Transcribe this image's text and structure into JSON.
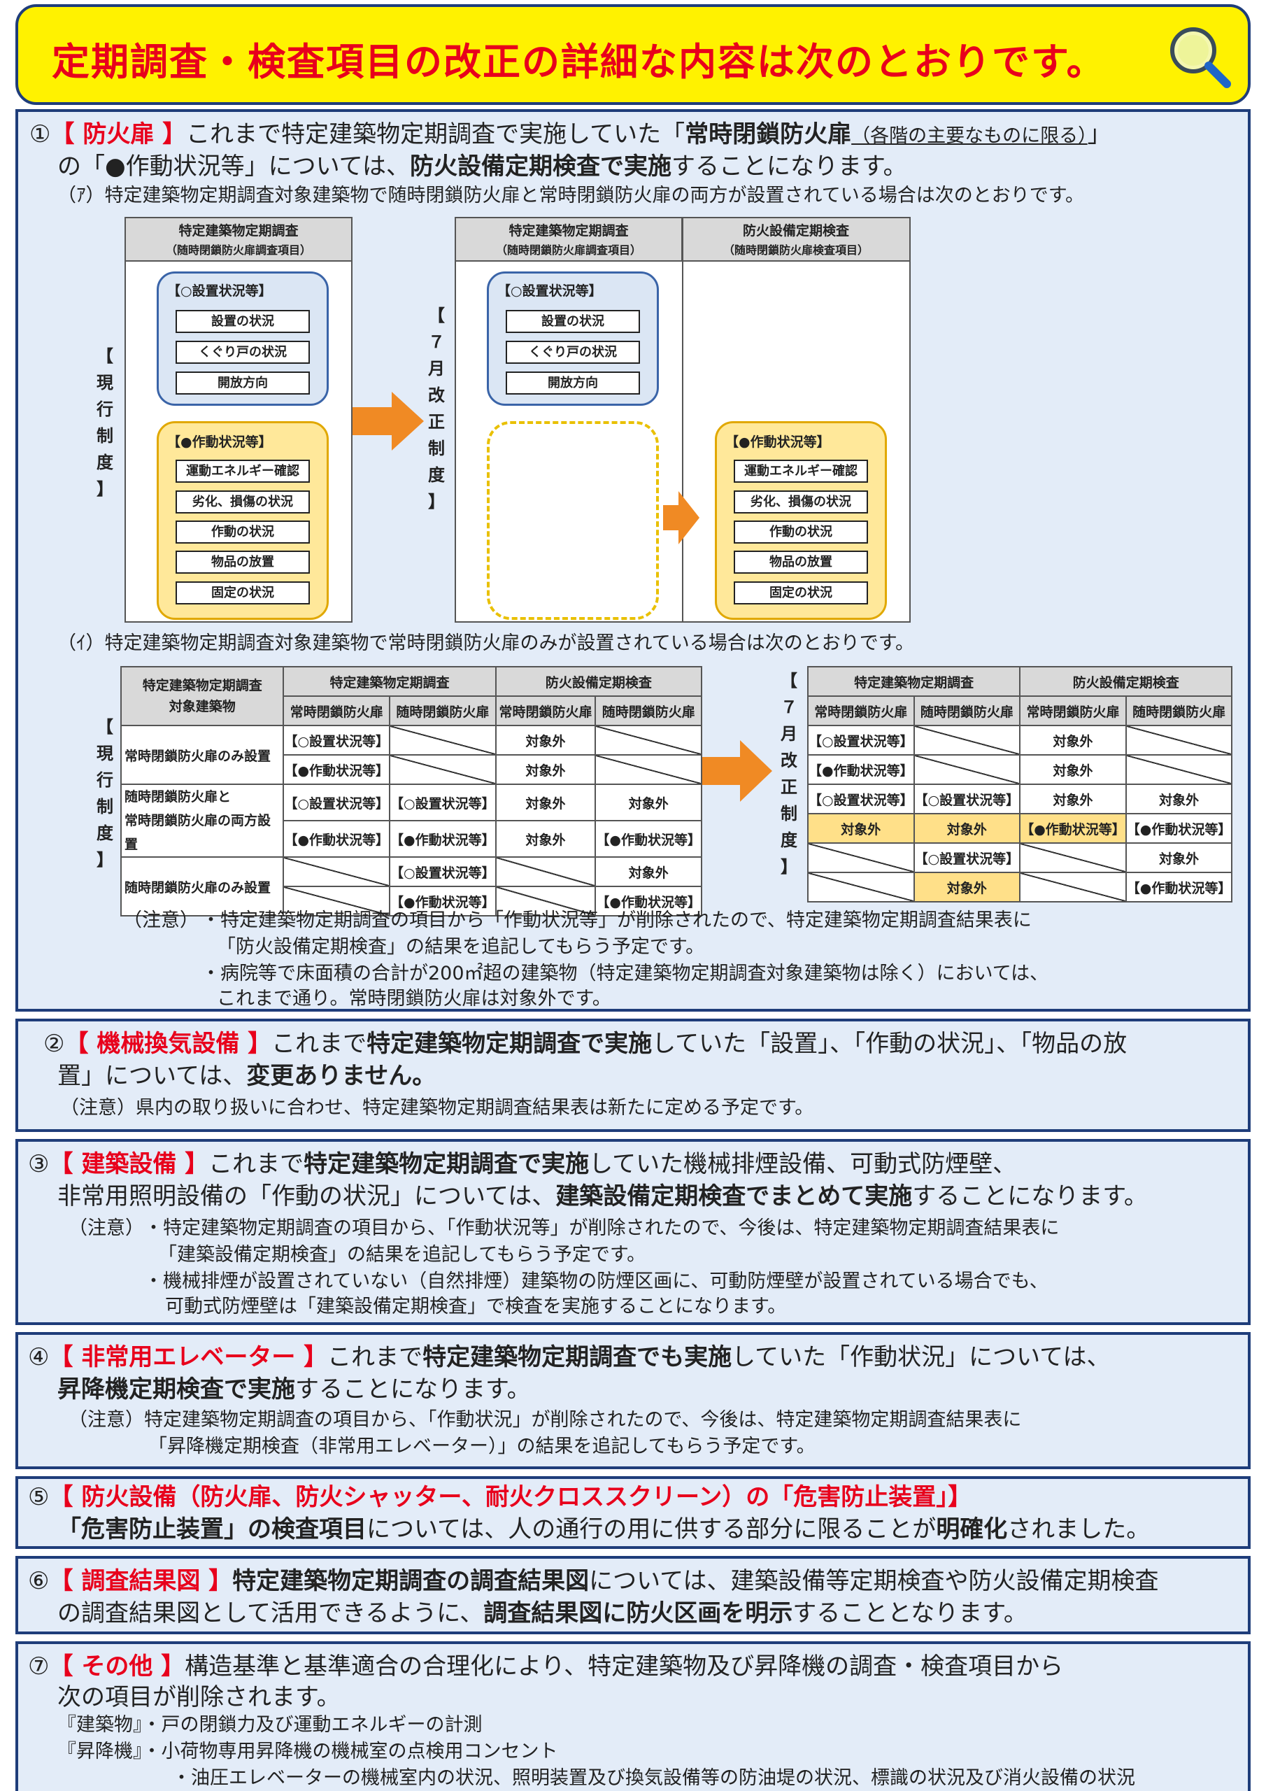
{
  "header": {
    "title": "定期調査・検査項目の改正の詳細な内容は次のとおりです。"
  },
  "s1": {
    "num": "①",
    "tag": "【 防火扉 】",
    "t1": "これまで特定建築物定期調査で実施していた「",
    "t2": "常時閉鎖防火扉",
    "t3": "（各階の主要なものに限る）",
    "t4": "」",
    "l2a": "の「●作動状況等」については、",
    "l2b": "防火設備定期検査で実施",
    "l2c": "することになります。",
    "a_label": "（ｱ）特定建築物定期調査対象建築物で随時閉鎖防火扉と常時閉鎖防火扉の両方が設置されている場合は次のとおりです。",
    "b_label": "（ｲ）特定建築物定期調査対象建築物で常時閉鎖防火扉のみが設置されている場合は次のとおりです。",
    "note_head": "（注意）",
    "notes": [
      "・特定建築物定期調査の項目から「作動状況等」が削除されたので、特定建築物定期調査結果表に",
      "「防火設備定期検査」の結果を追記してもらう予定です。",
      "・病院等で床面積の合計が200㎡超の建築物（特定建築物定期調査対象建築物は除く）においては、",
      "これまで通り。常時閉鎖防火扉は対象外です。"
    ]
  },
  "diagA": {
    "cur_label": [
      "【",
      "現",
      "行",
      "制",
      "度",
      "】"
    ],
    "new_label": [
      "【",
      "７",
      "月",
      "改",
      "正",
      "制",
      "度",
      "】"
    ],
    "p1_title": "特定建築物定期調査",
    "p1_sub": "（随時閉鎖防火扉調査項目）",
    "p2_title": "特定建築物定期調査",
    "p2_sub": "（随時閉鎖防火扉調査項目）",
    "p3_title": "防火設備定期検査",
    "p3_sub": "（随時閉鎖防火扉検査項目）",
    "setup_title": "【○設置状況等】",
    "setup_items": [
      "設置の状況",
      "くぐり戸の状況",
      "開放方向"
    ],
    "op_title": "【●作動状況等】",
    "op_items": [
      "運動エネルギー確認",
      "劣化、損傷の状況",
      "作動の状況",
      "物品の放置",
      "固定の状況"
    ]
  },
  "tblL": {
    "h_target": "特定建築物定期調査\n対象建築物",
    "h_survey": "特定建築物定期調査",
    "h_inspect": "防火設備定期検査",
    "sub": [
      "常時閉鎖防火扉",
      "随時閉鎖防火扉",
      "常時閉鎖防火扉",
      "随時閉鎖防火扉"
    ],
    "r1": "常時閉鎖防火扉のみ設置",
    "r2a": "随時閉鎖防火扉と",
    "r2b": "常時閉鎖防火扉の両方設置",
    "r3": "随時閉鎖防火扉のみ設置",
    "setup": "【○設置状況等】",
    "op": "【●作動状況等】",
    "out": "対象外"
  },
  "s2": {
    "num": "②",
    "tag": "【 機械換気設備 】",
    "t1": "これまで",
    "t2": "特定建築物定期調査で実施",
    "t3": "していた「設置」、「作動の状況」、「物品の放",
    "l2a": "置」については、",
    "l2b": "変更ありません。",
    "note": "（注意）県内の取り扱いに合わせ、特定建築物定期調査結果表は新たに定める予定です。"
  },
  "s3": {
    "num": "③",
    "tag": "【 建築設備 】",
    "t1": "これまで",
    "t2": "特定建築物定期調査で実施",
    "t3": "していた機械排煙設備、可動式防煙壁、",
    "l2a": "非常用照明設備の「作動の状況」については、",
    "l2b": "建築設備定期検査でまとめて実施",
    "l2c": "することになります。",
    "note_head": "（注意）",
    "notes": [
      "・特定建築物定期調査の項目から、「作動状況等」が削除されたので、今後は、特定建築物定期調査結果表に",
      "「建築設備定期検査」の結果を追記してもらう予定です。",
      "・機械排煙が設置されていない（自然排煙）建築物の防煙区画に、可動防煙壁が設置されている場合でも、",
      "可動式防煙壁は「建築設備定期検査」で検査を実施することになります。"
    ]
  },
  "s4": {
    "num": "④",
    "tag": "【 非常用エレベーター 】",
    "t1": "これまで",
    "t2": "特定建築物定期調査でも実施",
    "t3": "していた「作動状況」については、",
    "l2a": "昇降機定期検査で実施",
    "l2b": "することになります。",
    "note1": "（注意）特定建築物定期調査の項目から、「作動状況」が削除されたので、今後は、特定建築物定期調査結果表に",
    "note2": "「昇降機定期検査（非常用エレベーター）」の結果を追記してもらう予定です。"
  },
  "s5": {
    "num": "⑤",
    "tag": "【 防火設備（防火扉、防火シャッター、耐火クロススクリーン）の「危害防止装置」】",
    "l2a": "「危害防止装置」の検査項目",
    "l2b": "については、人の通行の用に供する部分に限ることが",
    "l2c": "明確化",
    "l2d": "されました。"
  },
  "s6": {
    "num": "⑥",
    "tag": "【 調査結果図 】",
    "t1": "特定建築物定期調査の調査結果図",
    "t2": "については、建築設備等定期検査や防火設備定期検査",
    "l2a": "の調査結果図として活用できるように、",
    "l2b": "調査結果図に防火区画を明示",
    "l2c": "することとなります。"
  },
  "s7": {
    "num": "⑦",
    "tag": "【 その他 】",
    "t1": "構造基準と基準適合の合理化により、特定建築物及び昇降機の調査・検査項目から",
    "l2": "次の項目が削除されます。",
    "i1": "『建築物』・戸の閉鎖力及び運動エネルギーの計測",
    "i2": "『昇降機』・小荷物専用昇降機の機械室の点検用コンセント",
    "i3": "・油圧エレベーターの機械室内の状況、照明装置及び換気設備等の防油堤の状況、標識の状況及び消火設備の状況"
  },
  "colors": {
    "red": "#e8001c",
    "yellow": "#fff200",
    "navy": "#1f3d7a",
    "sectionBg": "#e3ecf8",
    "arrow": "#f08a24"
  },
  "icons": [
    "magnifier-icon",
    "arrow-right-icon"
  ]
}
